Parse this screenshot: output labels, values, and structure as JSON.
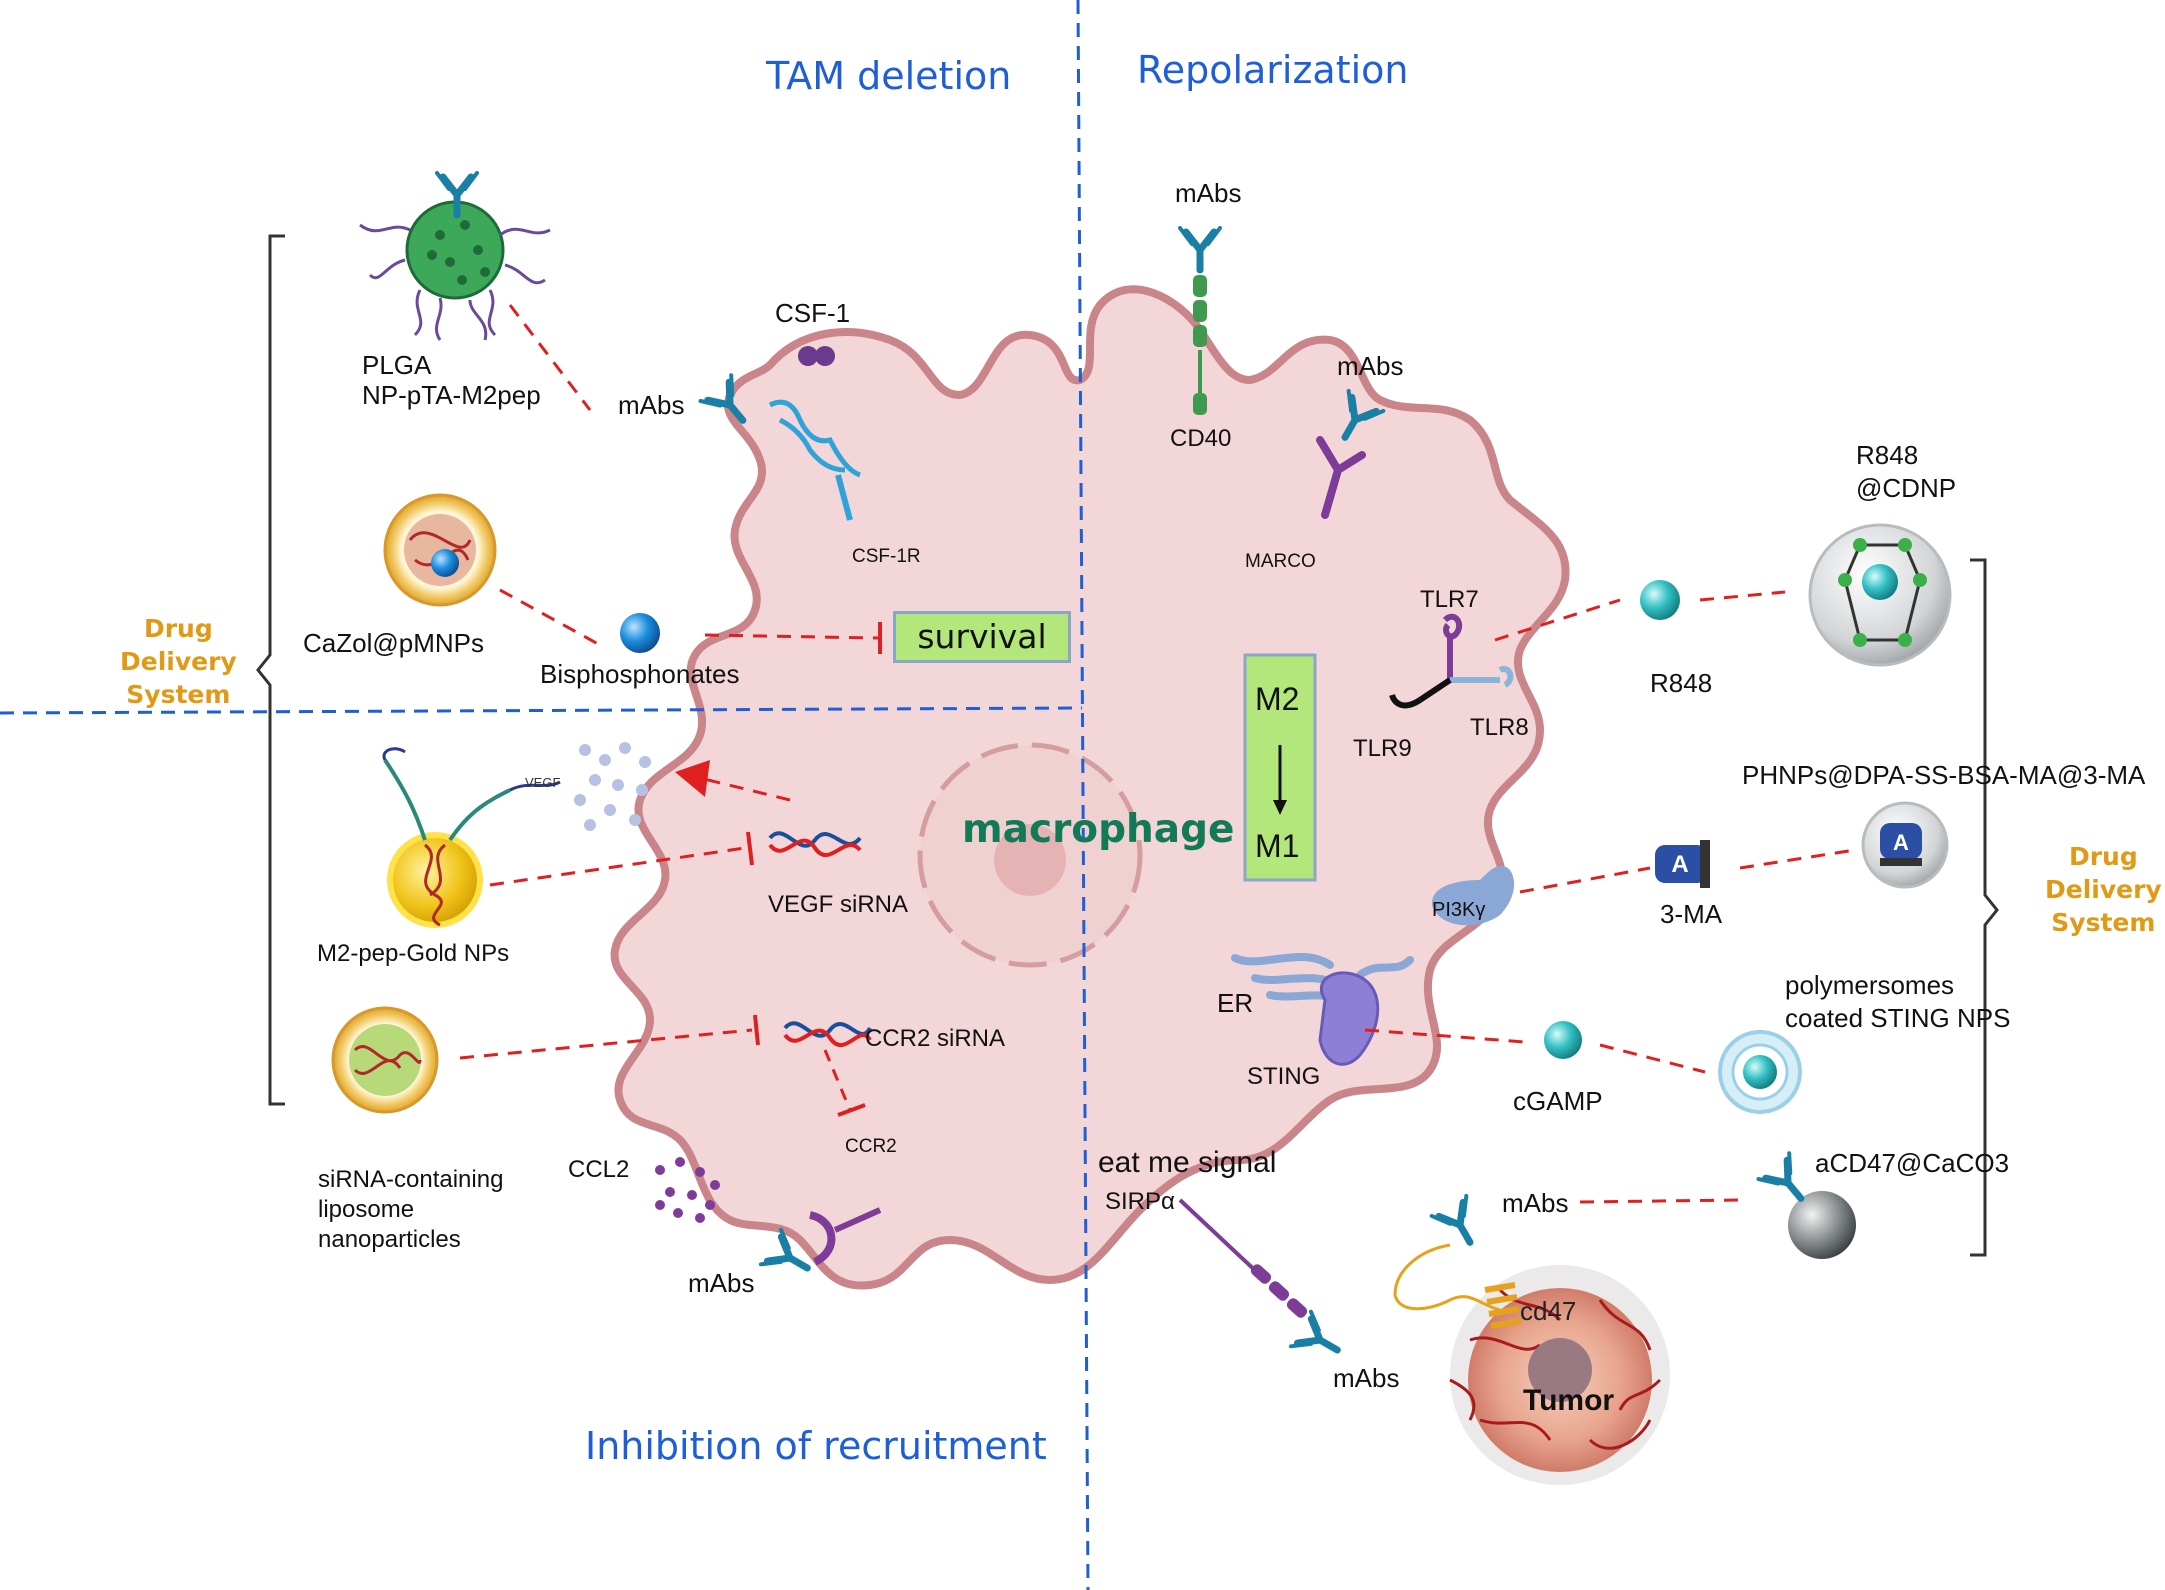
{
  "quadrants": {
    "tam_deletion": "TAM deletion",
    "repolarization": "Repolarization",
    "inhibition": "Inhibition of recruitment"
  },
  "drug_delivery_left": "Drug\nDelivery\nSystem",
  "drug_delivery_right": "Drug\nDelivery\nSystem",
  "cell": {
    "label": "macrophage",
    "survival": "survival",
    "m2": "M2",
    "m1": "M1"
  },
  "labels": {
    "plga": "PLGA",
    "plga_np": "NP-pTA-M2pep",
    "mabs_csf": "mAbs",
    "csf1": "CSF-1",
    "csf1r": "CSF-1R",
    "cazol": "CaZol@pMNPs",
    "bisphosphonates": "Bisphosphonates",
    "vegf_small": "VEGF",
    "vegf_sirna": "VEGF siRNA",
    "m2pep_gold": "M2-pep-Gold NPs",
    "ccr2_sirna": "CCR2 siRNA",
    "ccr2": "CCR2",
    "ccl2": "CCL2",
    "sirna_lipo_1": "siRNA-containing",
    "sirna_lipo_2": "liposome",
    "sirna_lipo_3": "nanoparticles",
    "mabs_ccr2": "mAbs",
    "mabs_cd40": "mAbs",
    "cd40": "CD40",
    "mabs_marco": "mAbs",
    "marco": "MARCO",
    "tlr7": "TLR7",
    "tlr8": "TLR8",
    "tlr9": "TLR9",
    "r848": "R848",
    "r848_cdnp_1": "R848",
    "r848_cdnp_2": "@CDNP",
    "phnps": "PHNPs@DPA-SS-BSA-MA@3-MA",
    "three_ma": "3-MA",
    "pi3k": "PI3Kγ",
    "er": "ER",
    "sting": "STING",
    "cgamp": "cGAMP",
    "polymersomes_1": "polymersomes",
    "polymersomes_2": "coated STING NPS",
    "eat_me": "eat me signal",
    "sirpa": "SIRPα",
    "mabs_sirpa": "mAbs",
    "mabs_cd47": "mAbs",
    "acd47": "aCD47@CaCO3",
    "cd47": "cd47",
    "tumor": "Tumor",
    "a_letter": "A"
  },
  "colors": {
    "divider": "#1f5fd6",
    "cell_fill": "#f2d6d8",
    "cell_stroke": "#c98589",
    "inhibit_line": "#e02020",
    "antibody": "#1a7fa5",
    "receptor_purple": "#7d3c98",
    "green_box": "#b3e67b",
    "delivery_text": "#e09a15"
  }
}
